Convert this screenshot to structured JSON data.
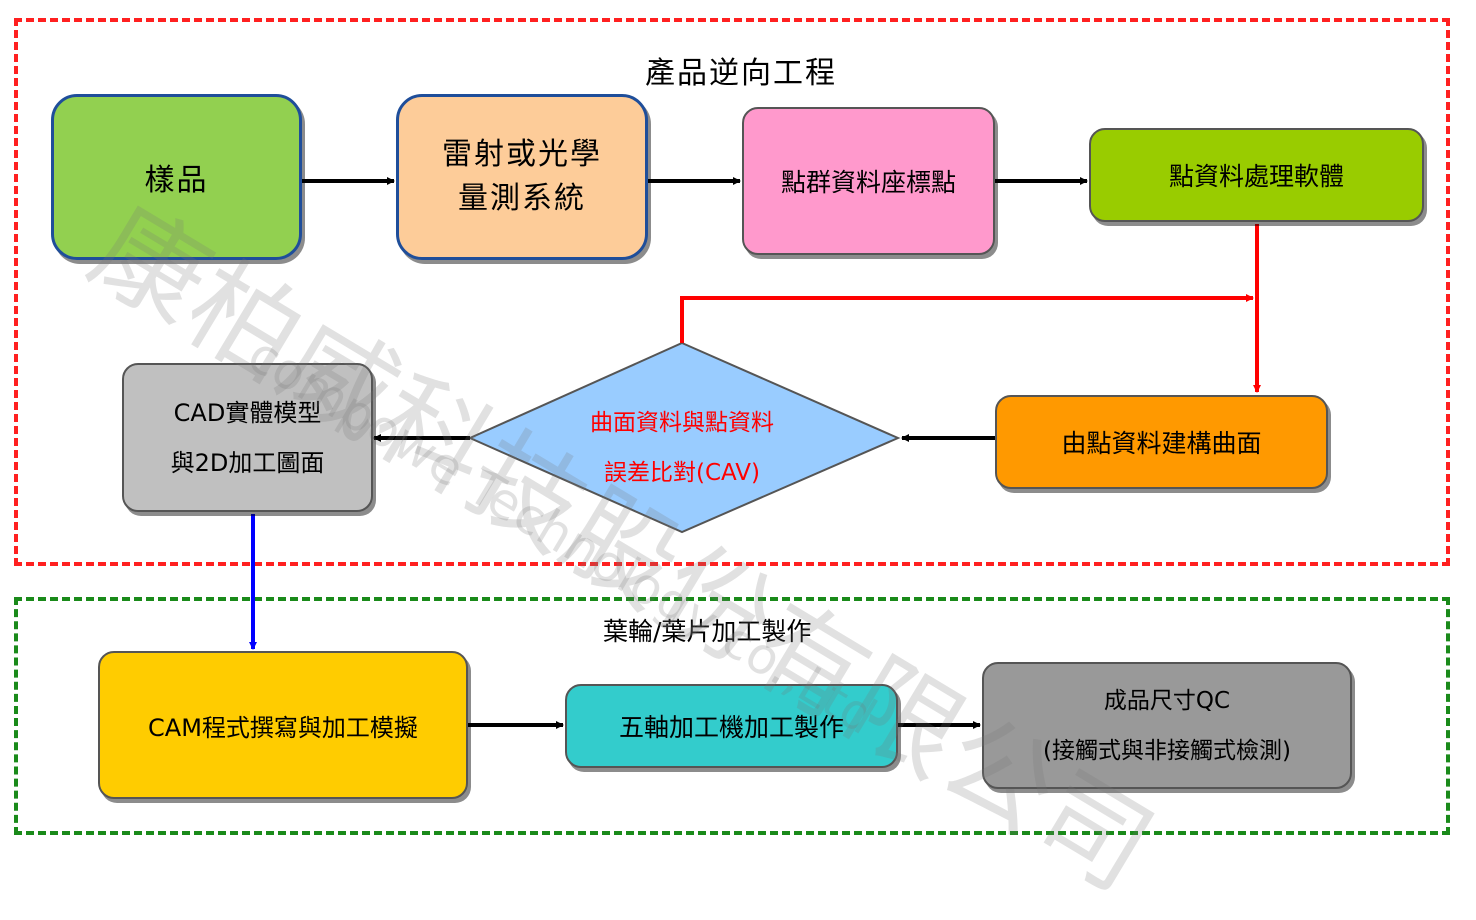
{
  "sections": {
    "reverse_engineering": {
      "title": "產品逆向工程"
    },
    "manufacturing": {
      "title": "葉輪/葉片加工製作"
    }
  },
  "nodes": {
    "sample": {
      "label": "樣品",
      "color": "#92d050"
    },
    "laser_scan": {
      "line1": "雷射或光學",
      "line2": "量測系統",
      "color": "#fdcc99"
    },
    "point_cloud": {
      "label": "點群資料座標點",
      "color": "#ff99cc"
    },
    "point_software": {
      "label": "點資料處理軟體",
      "color": "#99cc00"
    },
    "surface_build": {
      "label": "由點資料建構曲面",
      "color": "#ff9900"
    },
    "compare": {
      "line1": "曲面資料與點資料",
      "line2": "誤差比對(CAV)",
      "color": "#99ccff"
    },
    "cad_model": {
      "line1": "CAD實體模型",
      "line2": "與2D加工圖面",
      "color": "#c0c0c0"
    },
    "cam_program": {
      "label": "CAM程式撰寫與加工模擬",
      "color": "#ffcc00"
    },
    "five_axis": {
      "label": "五軸加工機加工製作",
      "color": "#33cccc"
    },
    "qc": {
      "line1": "成品尺寸QC",
      "line2": "(接觸式與非接觸式檢測)",
      "color": "#999999"
    }
  },
  "watermark": {
    "company": "康柏威科技股份有限公司",
    "english": "compowe Technology co.,Ltd"
  },
  "colors": {
    "frame_top": "#ff2020",
    "frame_bottom": "#1a8a1a",
    "arrow_black": "#000000",
    "arrow_red": "#ff0000",
    "arrow_blue": "#0000ff"
  }
}
